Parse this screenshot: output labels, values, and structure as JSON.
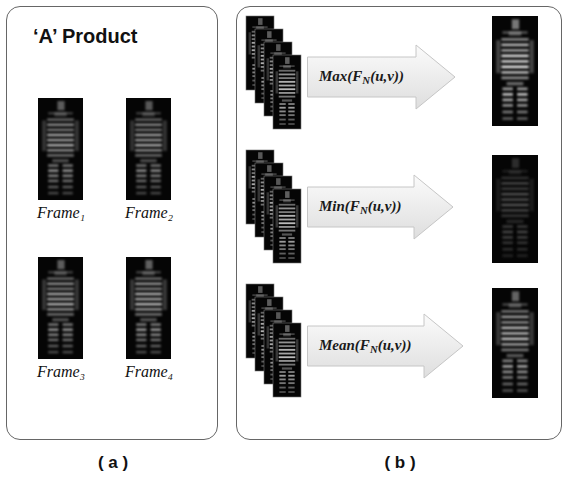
{
  "diagram": {
    "nodes": [
      {
        "text": [
          "‘A’ Product",
          "( a )"
        ]
      },
      {
        "text": [
          "( b )"
        ]
      },
      {
        "text": [
          "Max(FN(u,v))"
        ],
        "in": 1
      },
      {
        "text": [
          "Min(FN(u,v))"
        ],
        "in": 1
      },
      {
        "text": [
          "Mean(FN(u,v))"
        ],
        "in": 1
      }
    ],
    "labels": [
      "Frame₁",
      "Frame₂",
      "Frame₃",
      "Frame₄"
    ]
  }
}
